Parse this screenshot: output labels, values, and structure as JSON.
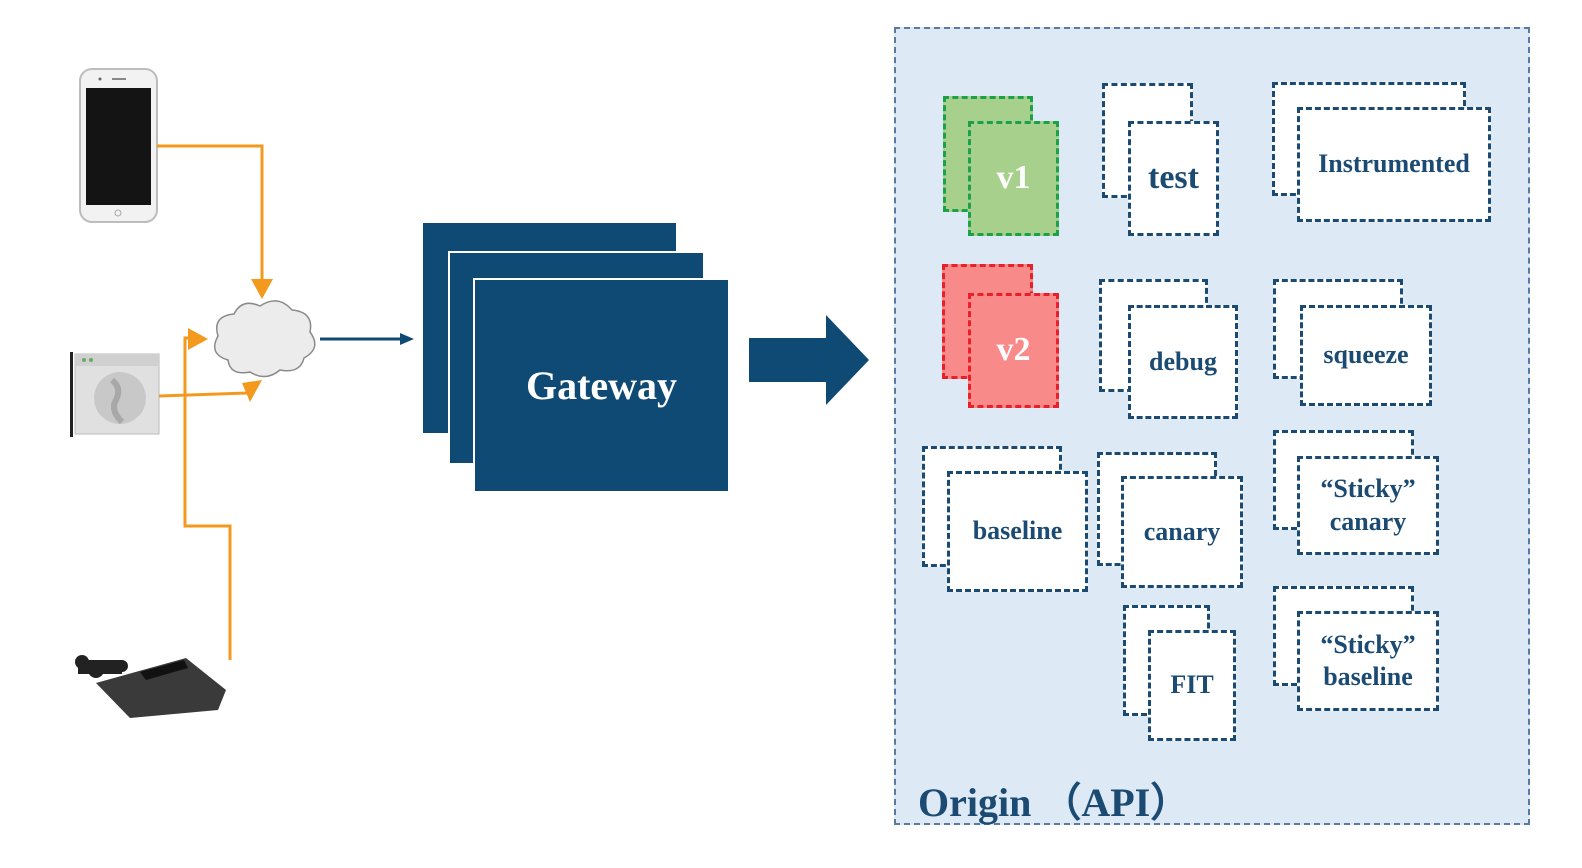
{
  "diagram": {
    "clients": [
      {
        "name": "mobile-phone",
        "label": ""
      },
      {
        "name": "web-browser",
        "label": ""
      },
      {
        "name": "game-controller-device",
        "label": ""
      }
    ],
    "internet": {
      "icon": "cloud-icon"
    },
    "gateway": {
      "label": "Gateway",
      "color": "#0f4a74"
    },
    "origin": {
      "label": "Origin （API）",
      "background": "#dde9f5",
      "services": [
        {
          "id": "v1",
          "label": "v1",
          "style": "green"
        },
        {
          "id": "test",
          "label": "test",
          "style": "plain"
        },
        {
          "id": "instrumented",
          "label": "Instrumented",
          "style": "plain"
        },
        {
          "id": "v2",
          "label": "v2",
          "style": "red"
        },
        {
          "id": "debug",
          "label": "debug",
          "style": "plain"
        },
        {
          "id": "squeeze",
          "label": "squeeze",
          "style": "plain"
        },
        {
          "id": "baseline",
          "label": "baseline",
          "style": "plain"
        },
        {
          "id": "canary",
          "label": "canary",
          "style": "plain"
        },
        {
          "id": "sticky-canary",
          "label": "“Sticky” canary",
          "style": "plain"
        },
        {
          "id": "fit",
          "label": "FIT",
          "style": "plain"
        },
        {
          "id": "sticky-baseline",
          "label": "“Sticky” baseline",
          "style": "plain"
        }
      ]
    },
    "colors": {
      "connector": "#f39a1e",
      "arrow": "#0f4a74",
      "service_border": "#1b4a72",
      "green_fill": "#a8d08d",
      "green_border": "#1da04a",
      "red_fill": "#f88a8a",
      "red_border": "#e8202a"
    }
  }
}
